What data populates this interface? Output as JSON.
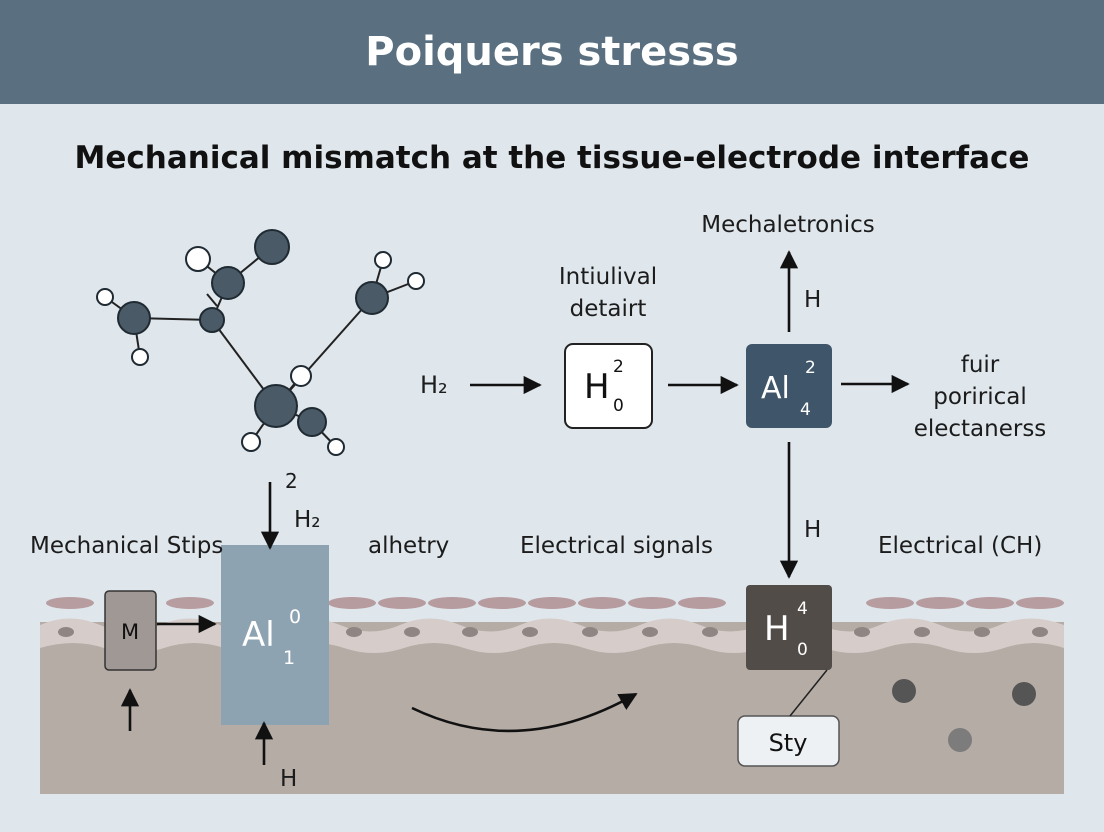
{
  "header": {
    "title": "Poiquers stresss"
  },
  "subtitle": "Mechanical mismatch at the tissue-electrode interface",
  "flow": {
    "input_label": "H₂",
    "box1": {
      "symbol": "H",
      "sup": "2",
      "sub": "0",
      "caption_line1": "Intiulival",
      "caption_line2": "detairt"
    },
    "box2": {
      "symbol": "Al",
      "sup": "2",
      "sub": "4"
    },
    "top_output": "Mechaletronics",
    "top_arrow_label": "H",
    "right_output_lines": [
      "fuir",
      "porirical",
      "electanerss"
    ],
    "down_arrow_label": "H"
  },
  "tissue": {
    "labels": {
      "mechanical": "Mechanical Stips",
      "alhetry": "alhetry",
      "electrical_signals": "Electrical signals",
      "electrical_ch": "Electrical (CH)"
    },
    "m_box": "M",
    "electrode": {
      "symbol": "Al",
      "sup": "0",
      "sub": "1"
    },
    "electrode_top_labels": {
      "num": "2",
      "formula": "H₂"
    },
    "electrode_bottom_label": "H",
    "sensor": {
      "symbol": "H",
      "sup": "4",
      "sub": "0"
    },
    "sensor_label": "Sty"
  },
  "colors": {
    "header": "#5a7080",
    "background": "#dfe6ec",
    "atom_dark": "#4a5a66",
    "tissue": "#b6aca6",
    "tissue_top": "#d6cdca",
    "electrode": "#8ea3b2",
    "dark_box": "#3f566a",
    "sensor_box": "#514c48"
  }
}
